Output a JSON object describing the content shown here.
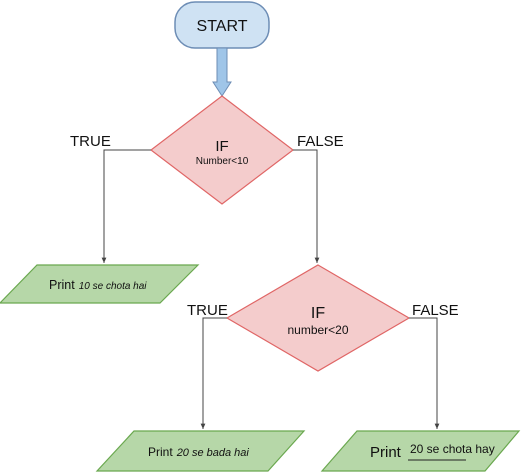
{
  "start": {
    "label": "START"
  },
  "decision1": {
    "title": "IF",
    "condition": "Number<10",
    "true_label": "TRUE",
    "false_label": "FALSE"
  },
  "decision2": {
    "title": "IF",
    "condition": "number<20",
    "true_label": "TRUE",
    "false_label": "FALSE"
  },
  "output1": {
    "prefix": "Print",
    "message": "10 se chota hai"
  },
  "output2": {
    "prefix": "Print",
    "message": "20 se bada hai"
  },
  "output3": {
    "prefix": "Print",
    "message": "20 se chota hay"
  },
  "colors": {
    "start_fill": "#cfe2f3",
    "start_stroke": "#6d8db5",
    "decision_fill": "#f4cccc",
    "decision_stroke": "#e06666",
    "output_fill": "#b6d7a8",
    "output_stroke": "#6aa84f",
    "arrow_fill": "#9fc5e8",
    "line": "#444444"
  }
}
